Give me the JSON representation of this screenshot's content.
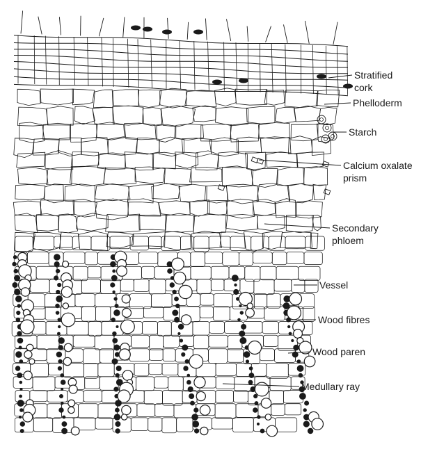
{
  "labels": {
    "stratified_cork": [
      "Stratified",
      "cork"
    ],
    "phelloderm": "Phelloderm",
    "starch": "Starch",
    "calcium_oxalate_prism": [
      "Calcium oxalate",
      "prism"
    ],
    "secondary_phloem": [
      "Secondary",
      "phloem"
    ],
    "vessel": "Vessel",
    "wood_fibres": "Wood fibres",
    "wood_paren": "Wood paren",
    "medullary_ray": "Medullary ray"
  },
  "colors": {
    "ink": "#1a1a1a",
    "background": "#ffffff"
  }
}
